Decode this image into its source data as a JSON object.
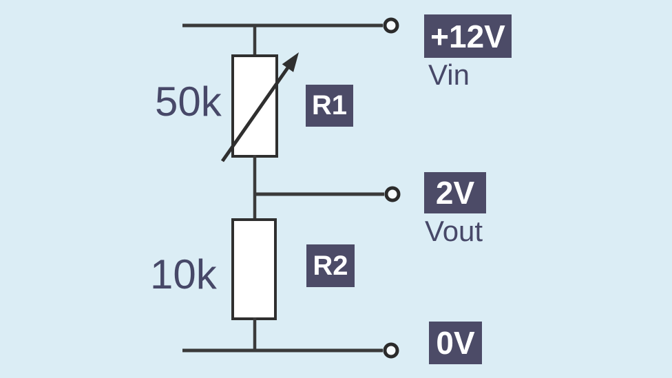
{
  "theme": {
    "bg": "#dbedf5",
    "ink": "#3a3a3a",
    "accent": "#4c4b67",
    "text": "#474868",
    "resistor-fill": "#ffffff",
    "terminal-fill": "#f6fbfd",
    "badge-text": "#ffffff"
  },
  "circuit": {
    "type": "voltage-divider",
    "components": [
      {
        "ref": "R1",
        "value": "50k",
        "kind": "variable-resistor"
      },
      {
        "ref": "R2",
        "value": "10k",
        "kind": "fixed-resistor"
      }
    ],
    "terminals": [
      {
        "voltage": "+12V",
        "name": "Vin"
      },
      {
        "voltage": "2V",
        "name": "Vout"
      },
      {
        "voltage": "0V",
        "name": ""
      }
    ]
  },
  "labels": {
    "r1_value": "50k",
    "r1_ref": "R1",
    "r2_value": "10k",
    "r2_ref": "R2",
    "vin_voltage": "+12V",
    "vin_name": "Vin",
    "vout_voltage": "2V",
    "vout_name": "Vout",
    "ground_voltage": "0V"
  }
}
